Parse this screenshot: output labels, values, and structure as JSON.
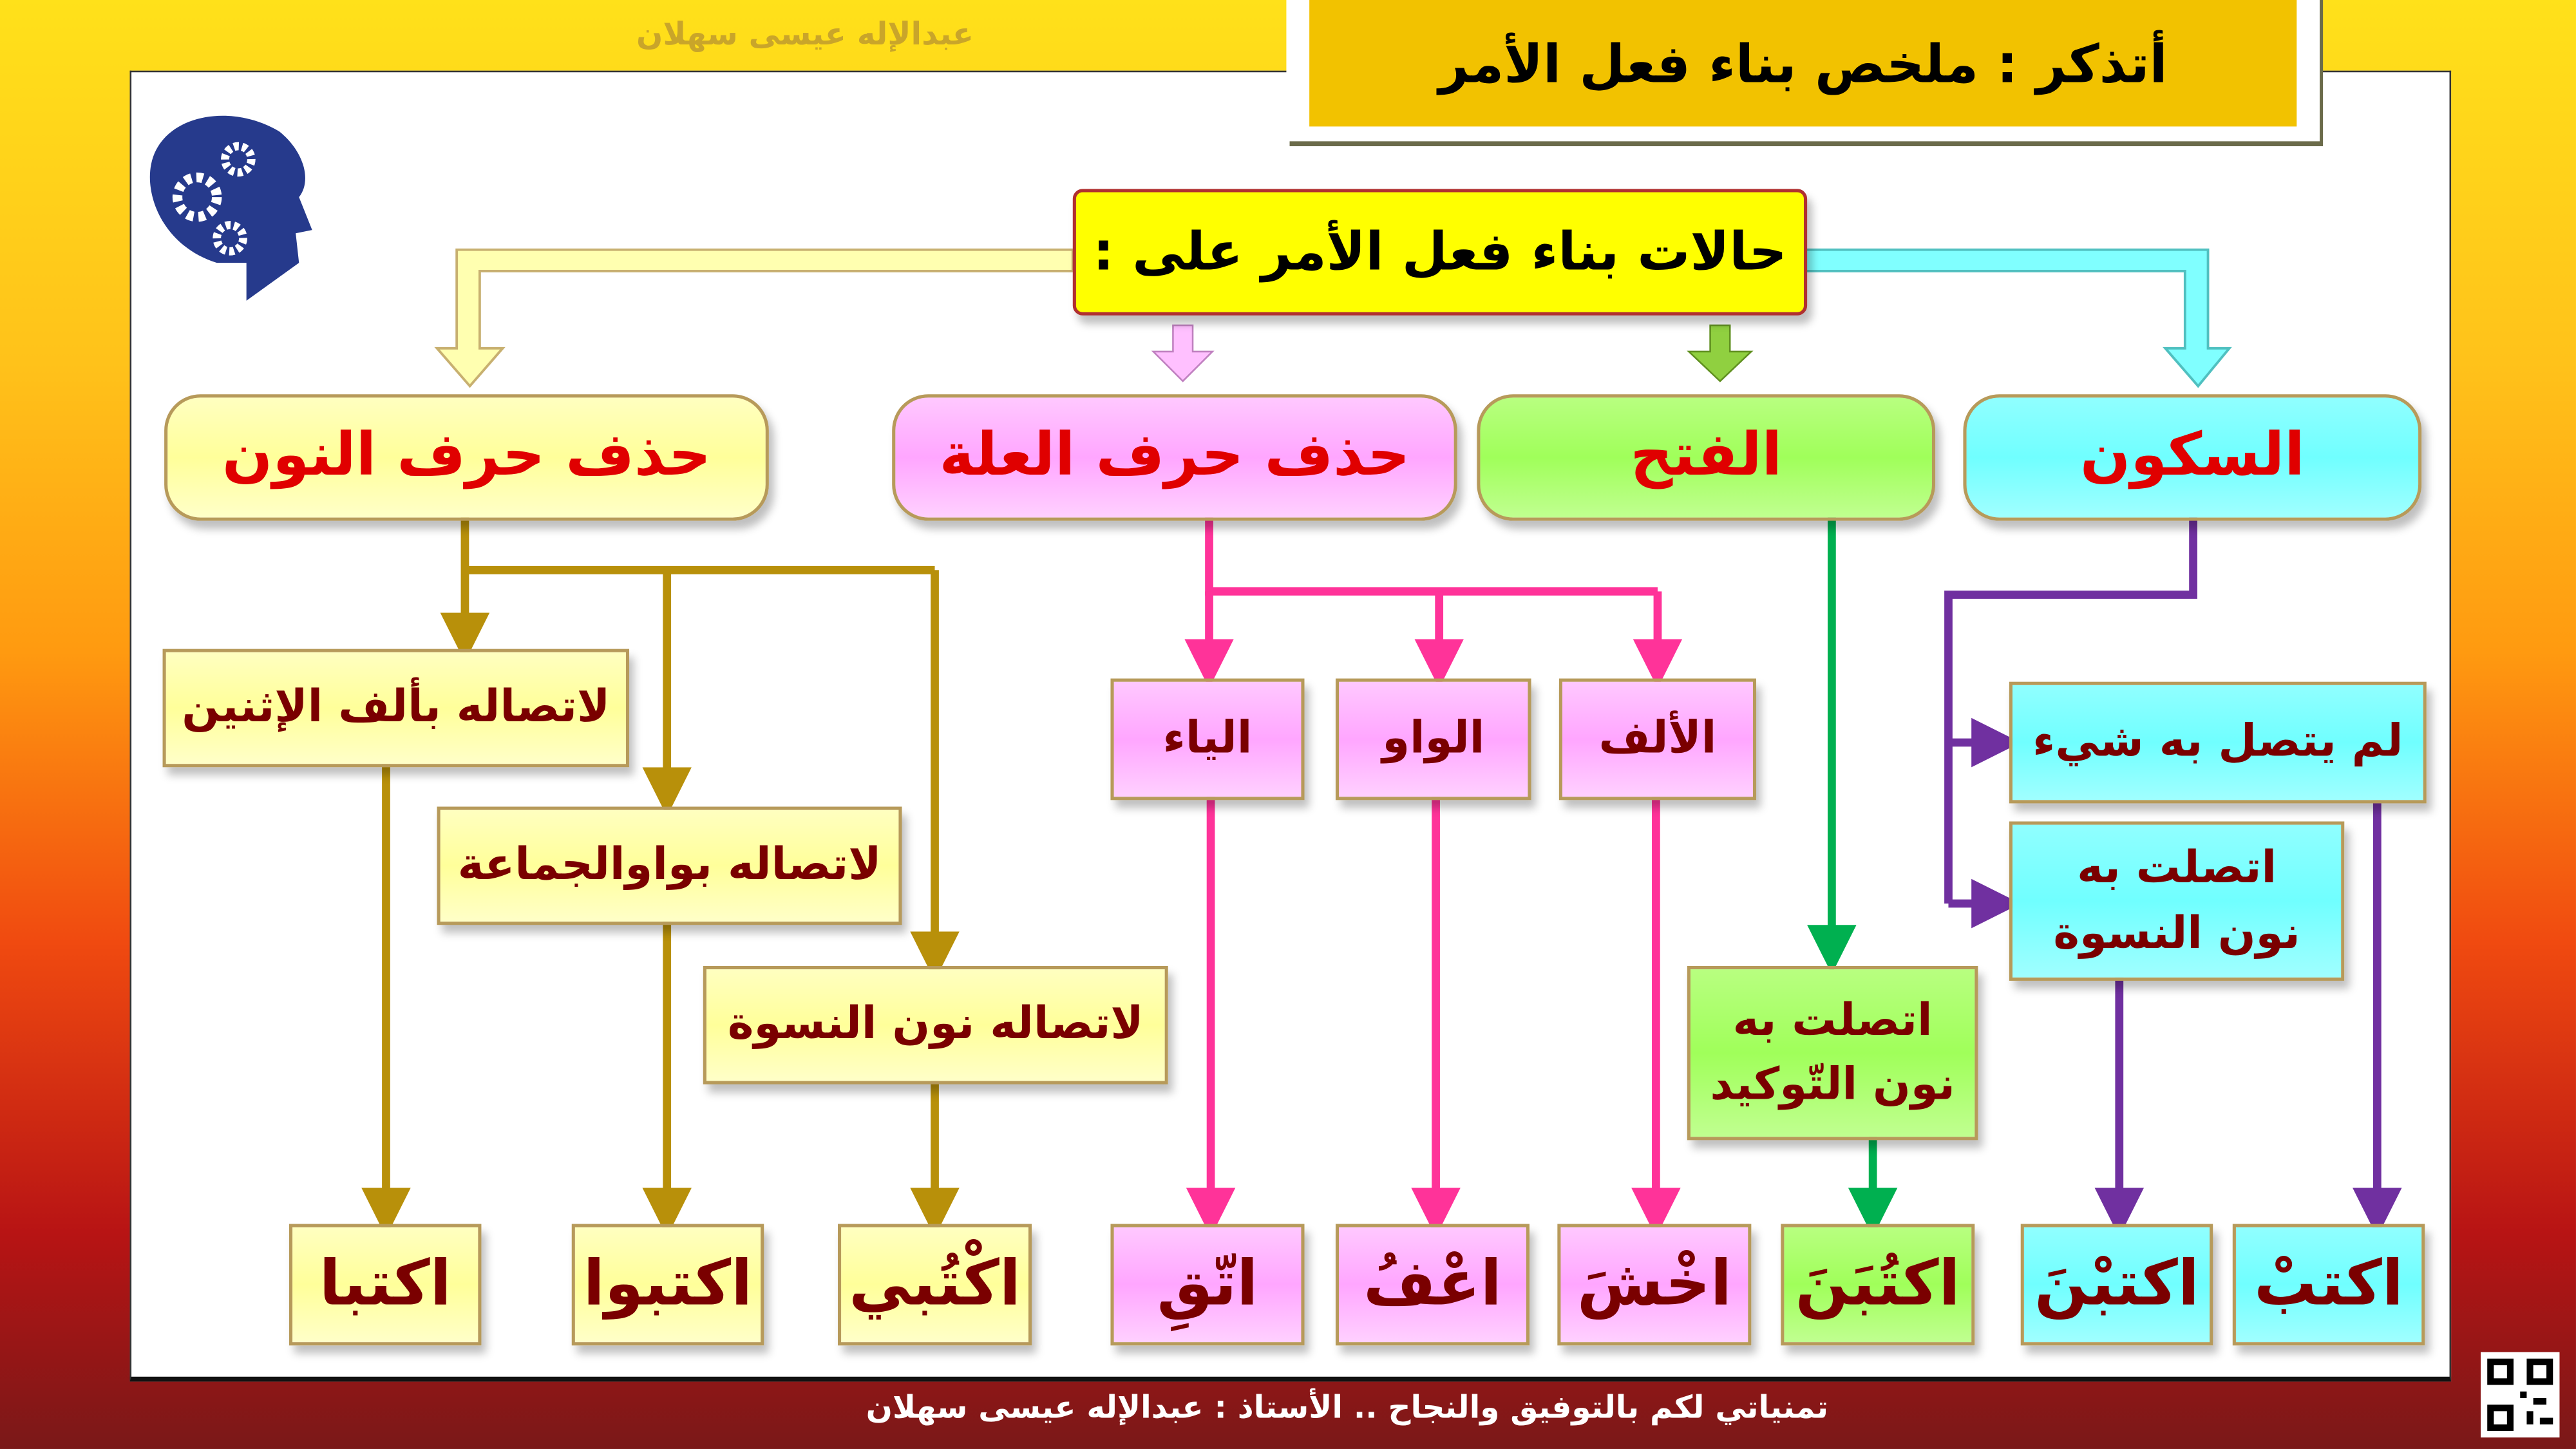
{
  "header": {
    "title": "أتذكر  :  ملخص بناء فعل الأمر",
    "author": "عبدالإله عيسى سهلان"
  },
  "main": {
    "root": "حالات بناء فعل الأمر على :",
    "categories": [
      {
        "label": "حذف حرف النون",
        "color": "#ffff9a"
      },
      {
        "label": "حذف حرف العلة",
        "color": "#ffa6ff"
      },
      {
        "label": "الفتح",
        "color": "#a0ff5a"
      },
      {
        "label": "السكون",
        "color": "#70ffff"
      }
    ],
    "conditions": {
      "alif_ithnain": "لاتصاله بألف الإثنين",
      "waw_jamaa": "لاتصاله بواوالجماعة",
      "nun_niswa": "لاتصاله نون النسوة",
      "yaa": "الياء",
      "waw": "الواو",
      "alif": "الألف",
      "tawkid_1": "اتصلت به",
      "tawkid_2": "نون التّوكيد",
      "nothing": "لم يتصل به شيء",
      "niswa_1": "اتصلت به",
      "niswa_2": "نون النسوة"
    },
    "examples": [
      "اكتبا",
      "اكتبوا",
      "اكْتُبي",
      "اتّقِ",
      "اعْفُ",
      "اخْشَ",
      "اكتُبَنَ",
      "اكتبْنَ",
      "اكتبْ"
    ],
    "connector_colors": {
      "nun": "#b8900a",
      "illa": "#ff3399",
      "fath": "#00b050",
      "sukun": "#7030a0"
    }
  },
  "footer": {
    "text": "تمنياتي لكم بالتوفيق والنجاح .. الأستاذ : عبدالإله عيسى سهلان"
  },
  "icons": [
    "head-gears-icon",
    "qr-code-icon"
  ]
}
